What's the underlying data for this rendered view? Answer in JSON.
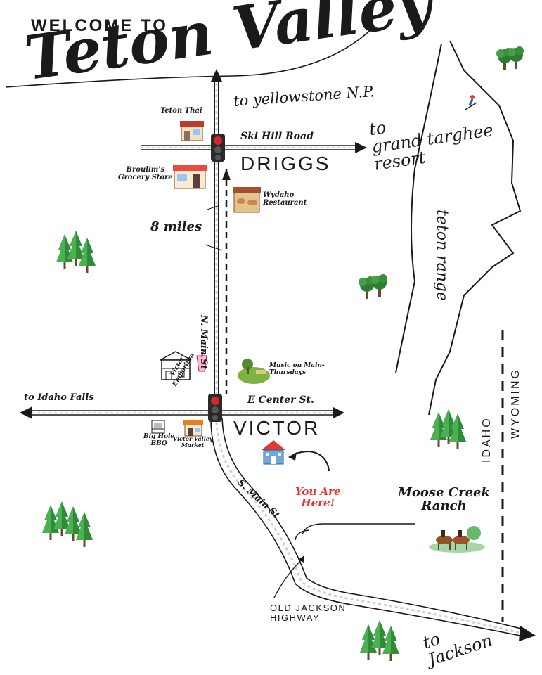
{
  "title": {
    "welcome": "WELCOME TO",
    "name": "Teton Valley"
  },
  "towns": {
    "driggs": "DRIGGS",
    "victor": "VICTOR"
  },
  "roads": {
    "ski_hill_road": "Ski Hill Road",
    "e_center_st": "E Center St.",
    "n_main_st": "N. Main St",
    "s_main_st": "S. Main St",
    "old_jackson_highway": "OLD JACKSON\nHIGHWAY"
  },
  "destinations": {
    "yellowstone": "to yellowstone N.P.",
    "grand_targhee": "to\ngrand targhee\nresort",
    "idaho_falls": "to Idaho Falls",
    "jackson": "to\nJackson"
  },
  "distance": "8 miles",
  "places": {
    "teton_thai": "Teton Thai",
    "broulims": "Broulim's\nGrocery Store",
    "wydaho": "Wydaho\nRestaurant",
    "victor_emporium": "Victor\nEmporium",
    "music_on_main": "Music on Main-\nThursdays",
    "big_hole_bbq": "Big Hole\nBBQ",
    "victor_valley_market": "Victor Valley\nMarket",
    "moose_creek_ranch": "Moose Creek\nRanch"
  },
  "you_are_here": "You Are\nHere!",
  "regions": {
    "teton_range": "teton range",
    "idaho": "IDAHO",
    "wyoming": "WYOMING"
  },
  "colors": {
    "ink": "#1a1a1a",
    "you_are_here": "#e8322f",
    "tree_green": "#2e8b3a",
    "traffic_light_red": "#d9262b",
    "house_blue": "#6fa8dc"
  },
  "icons": [
    "traffic-light-icon",
    "restaurant-icon",
    "grocery-store-icon",
    "bakery-icon",
    "emporium-icon",
    "milkshake-icon",
    "park-icon",
    "bbq-icon",
    "market-icon",
    "house-icon",
    "horse-riders-icon",
    "skier-icon",
    "pine-tree-icon",
    "oak-tree-icon"
  ]
}
